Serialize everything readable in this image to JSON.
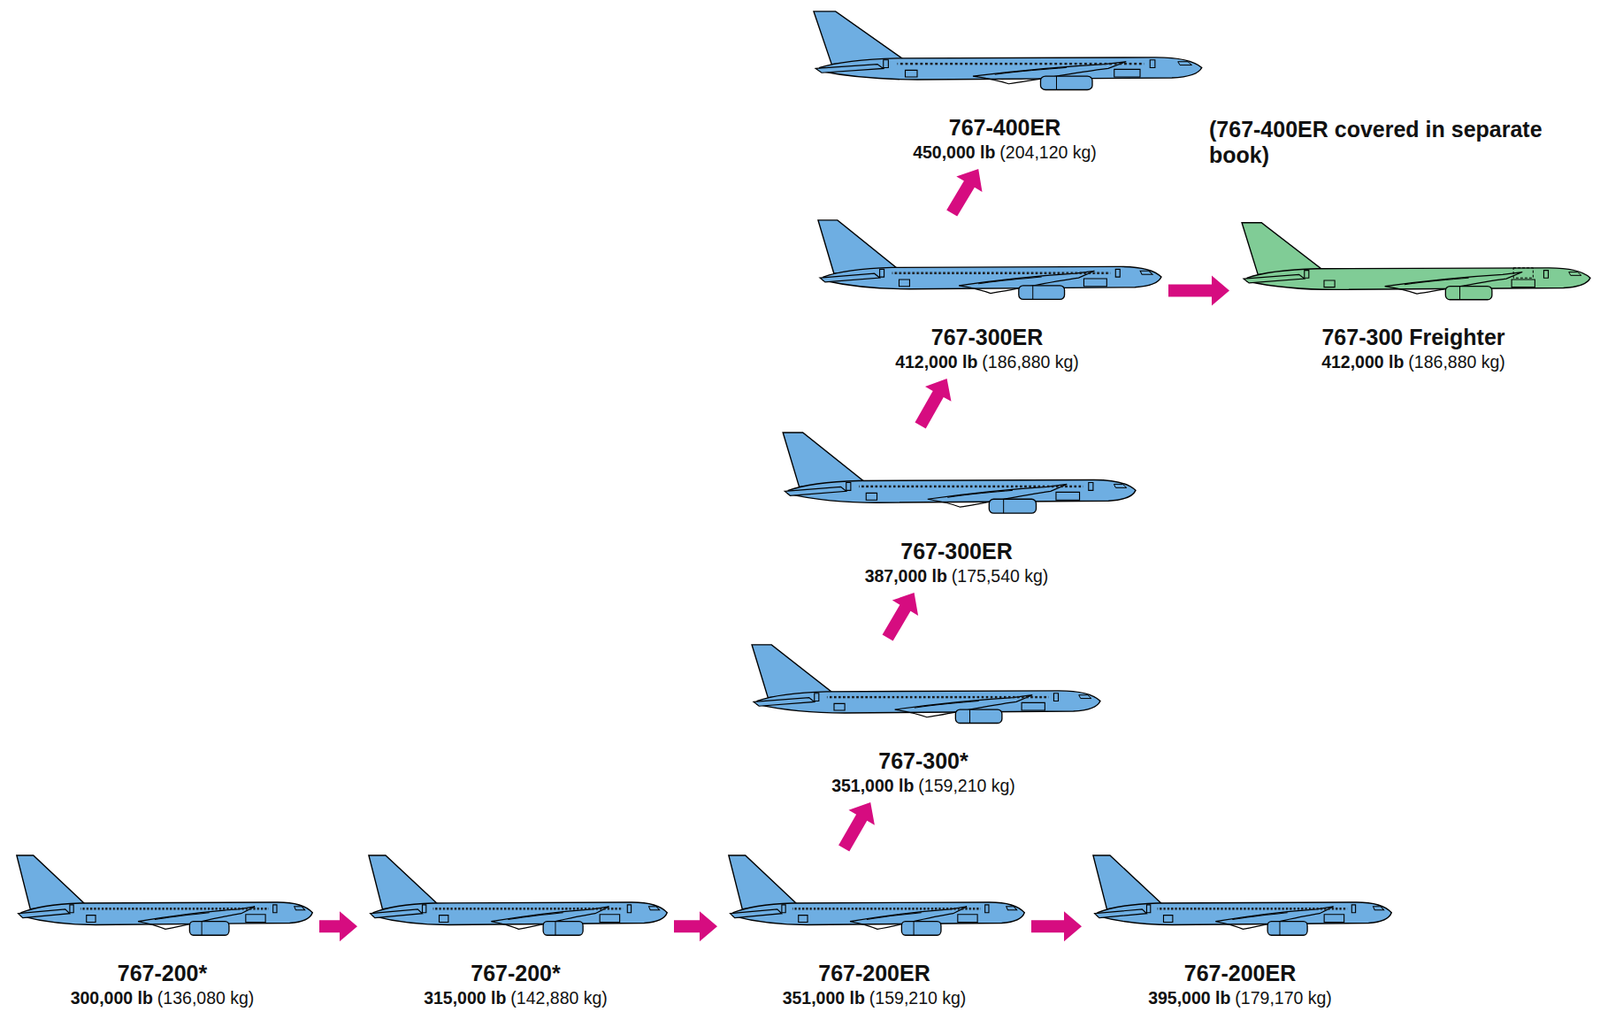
{
  "diagram": {
    "nodes": [
      {
        "text": [
          "767-400ER",
          "450,000 lb",
          "(204,120 kg)"
        ]
      },
      {
        "text": [
          "767-300ER",
          "412,000 lb",
          "(186,880 kg)"
        ]
      },
      {
        "text": [
          "767-300 Freighter",
          "412,000 lb",
          "(186,880 kg)"
        ]
      },
      {
        "text": [
          "767-300ER",
          "387,000 lb",
          "(175,540 kg)"
        ]
      },
      {
        "text": [
          "767-300*",
          "351,000 lb",
          "(159,210 kg)"
        ]
      },
      {
        "text": [
          "767-200*",
          "300,000 lb",
          "(136,080 kg)"
        ]
      },
      {
        "text": [
          "767-200*",
          "315,000 lb",
          "(142,880 kg)"
        ]
      },
      {
        "text": [
          "767-200ER",
          "351,000 lb",
          "(159,210 kg)"
        ]
      },
      {
        "text": [
          "767-200ER",
          "395,000 lb",
          "(179,170 kg)"
        ]
      }
    ],
    "edges": [
      {
        "from": 5,
        "to": 6,
        "arrow": "to"
      },
      {
        "from": 6,
        "to": 7,
        "arrow": "to"
      },
      {
        "from": 7,
        "to": 8,
        "arrow": "to"
      },
      {
        "from": 7,
        "to": 4,
        "arrow": "to"
      },
      {
        "from": 4,
        "to": 3,
        "arrow": "to"
      },
      {
        "from": 3,
        "to": 1,
        "arrow": "to"
      },
      {
        "from": 1,
        "to": 0,
        "arrow": "to"
      },
      {
        "from": 1,
        "to": 2,
        "arrow": "to"
      }
    ],
    "labels": [
      "(767-400ER covered in separate book)"
    ]
  }
}
